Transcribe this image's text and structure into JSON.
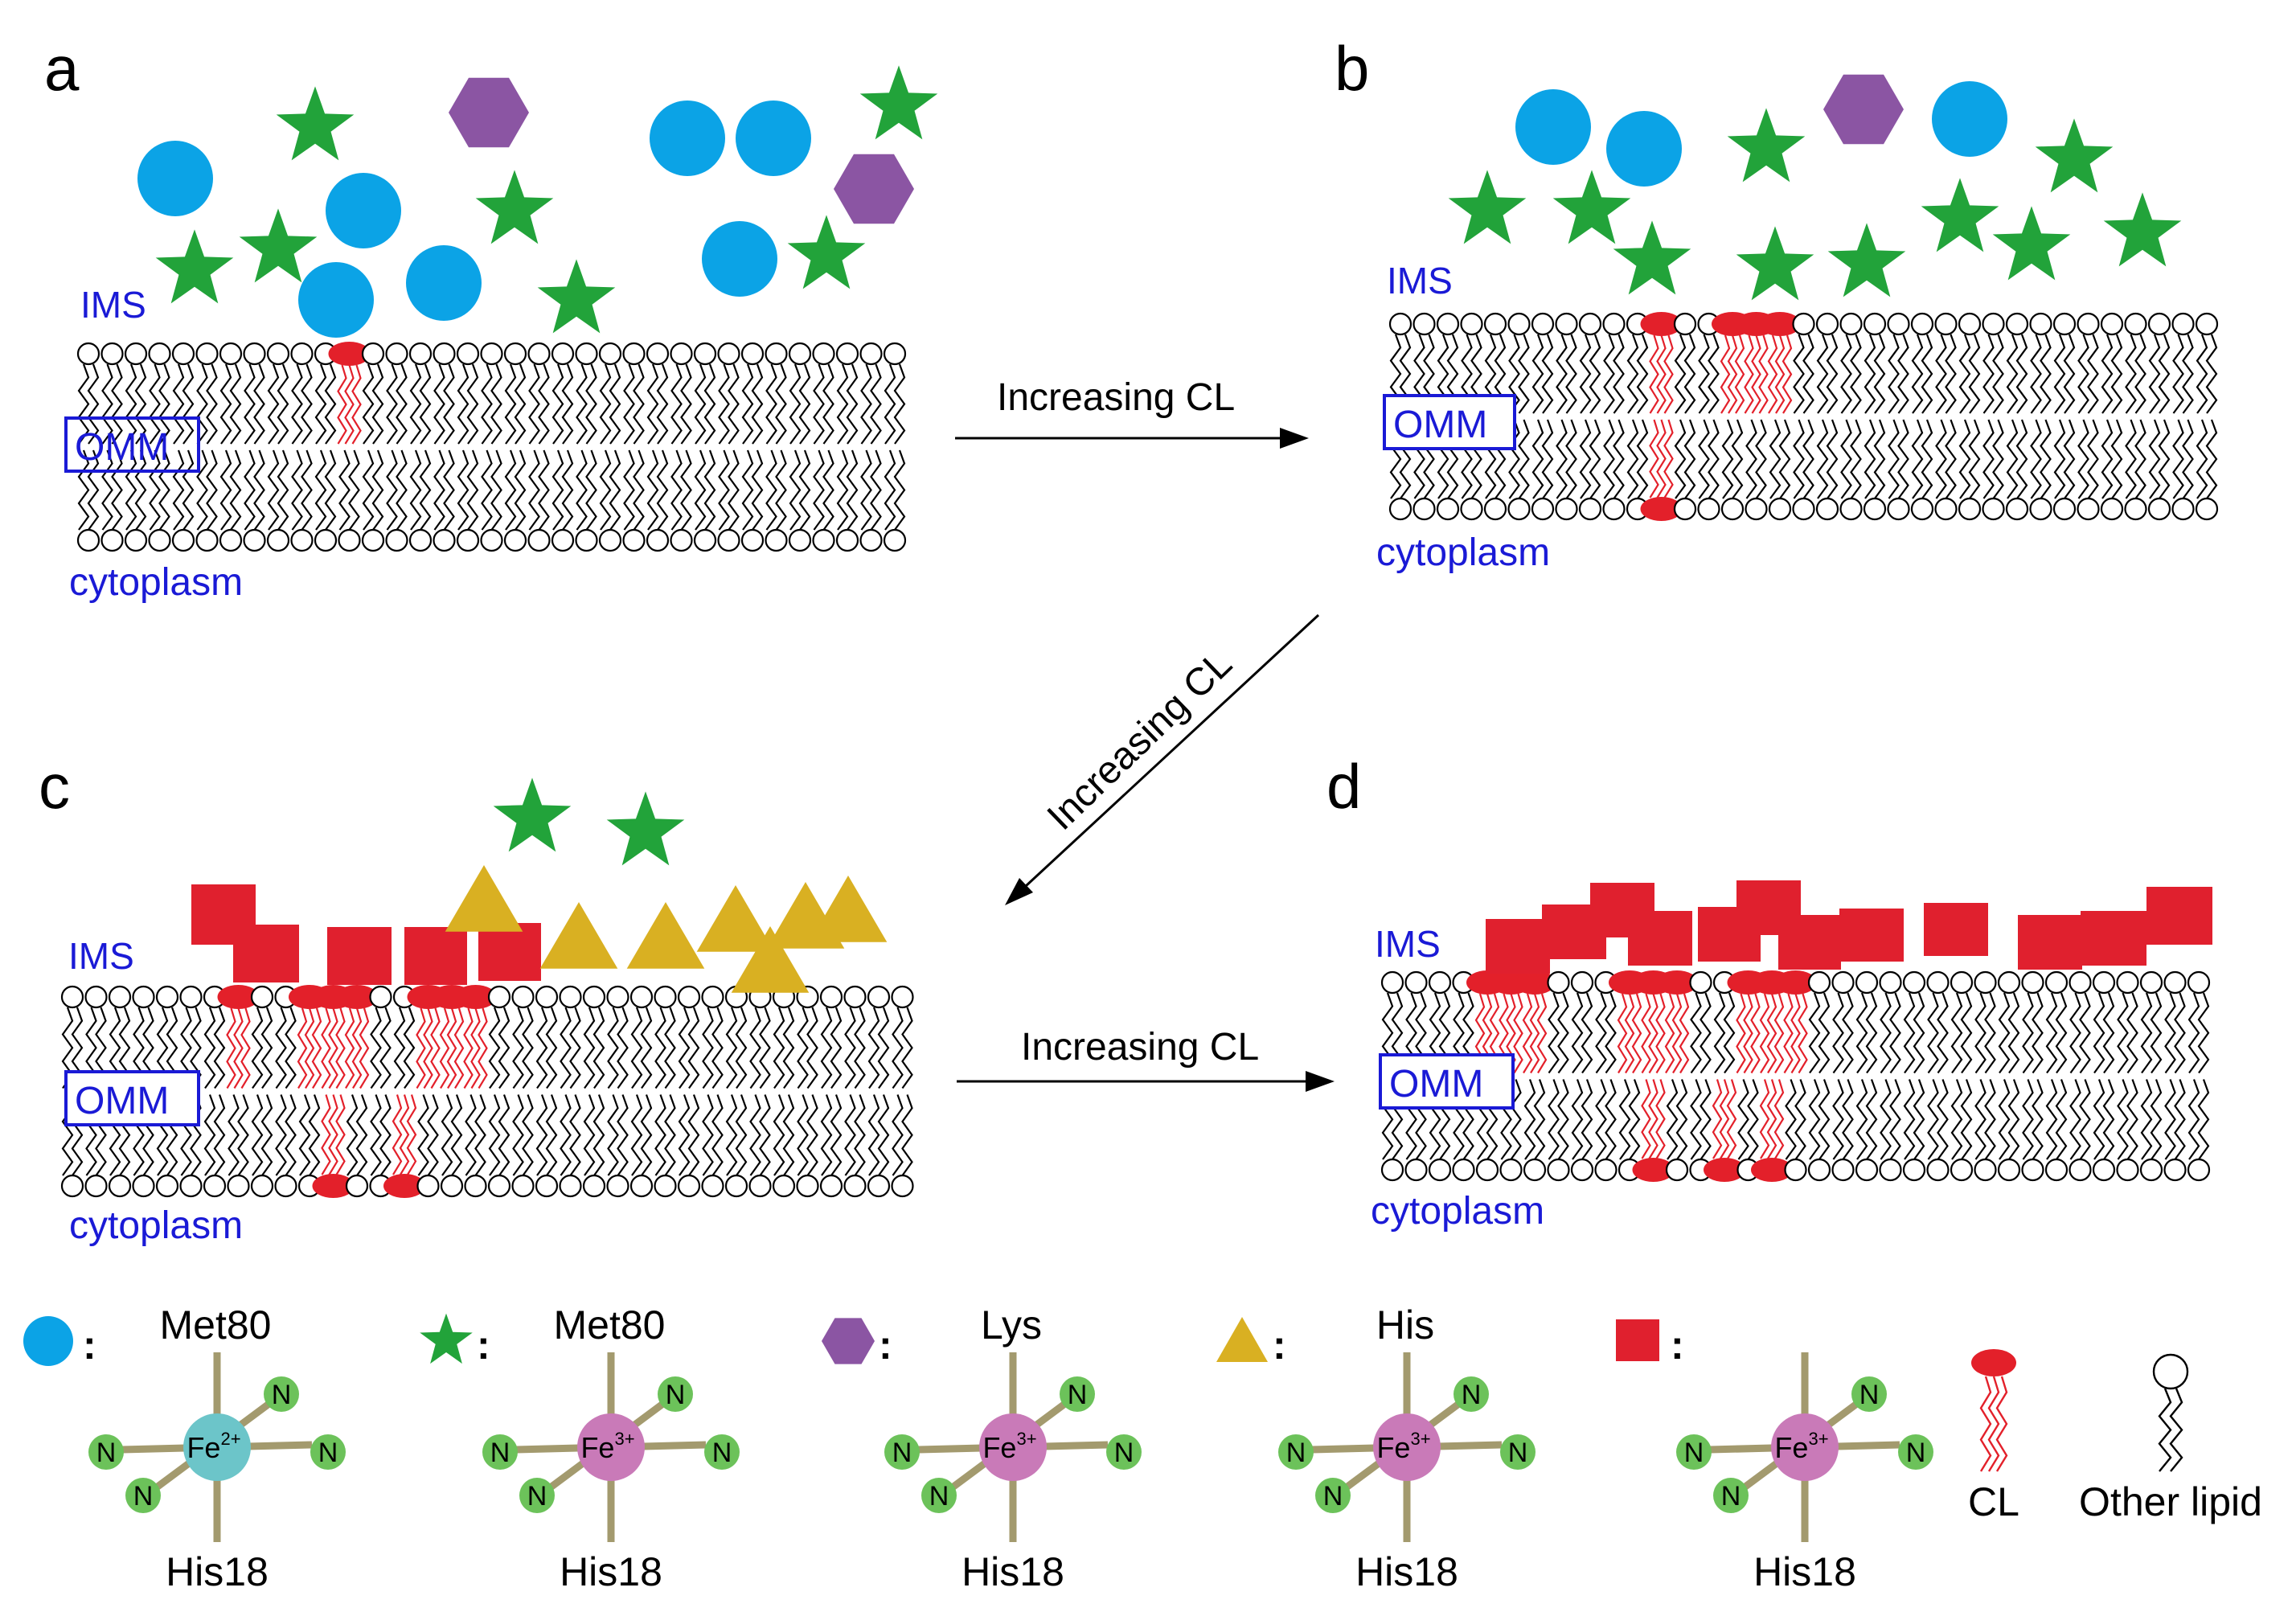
{
  "panels": [
    {
      "letter": "a",
      "ims_label": "IMS",
      "omm_label": "OMM",
      "cyto_label": "cytoplasm"
    },
    {
      "letter": "b",
      "ims_label": "IMS",
      "omm_label": "OMM",
      "cyto_label": "cytoplasm"
    },
    {
      "letter": "c",
      "ims_label": "IMS",
      "omm_label": "OMM",
      "cyto_label": "cytoplasm"
    },
    {
      "letter": "d",
      "ims_label": "IMS",
      "omm_label": "OMM",
      "cyto_label": "cytoplasm"
    }
  ],
  "arrows": [
    {
      "label": "Increasing CL"
    },
    {
      "label": "Increasing CL"
    },
    {
      "label": "Increasing CL"
    }
  ],
  "legend": {
    "species": [
      {
        "symbol": "circle",
        "top_ligand": "Met80",
        "metal": "Fe",
        "charge": "2+",
        "bottom_ligand": "His18",
        "n": "N"
      },
      {
        "symbol": "star",
        "top_ligand": "Met80",
        "metal": "Fe",
        "charge": "3+",
        "bottom_ligand": "His18",
        "n": "N"
      },
      {
        "symbol": "hexagon",
        "top_ligand": "Lys",
        "metal": "Fe",
        "charge": "3+",
        "bottom_ligand": "His18",
        "n": "N"
      },
      {
        "symbol": "triangle",
        "top_ligand": "His",
        "metal": "Fe",
        "charge": "3+",
        "bottom_ligand": "His18",
        "n": "N"
      },
      {
        "symbol": "square",
        "top_ligand": "",
        "metal": "Fe",
        "charge": "3+",
        "bottom_ligand": "His18",
        "n": "N"
      }
    ],
    "colon": ":",
    "cl_label": "CL",
    "other_lipid_label": "Other lipid"
  },
  "colors": {
    "circle": "#0ba3e6",
    "star": "#22a33a",
    "hexagon": "#8b55a3",
    "triangle": "#d9b022",
    "square": "#e0202e",
    "cl": "#e3202a",
    "label_blue": "#1a1ad6",
    "fe2": "#6cc5c9",
    "fe3": "#c97ab8",
    "n_ball": "#6cc25a",
    "bond": "#a39a6e"
  }
}
